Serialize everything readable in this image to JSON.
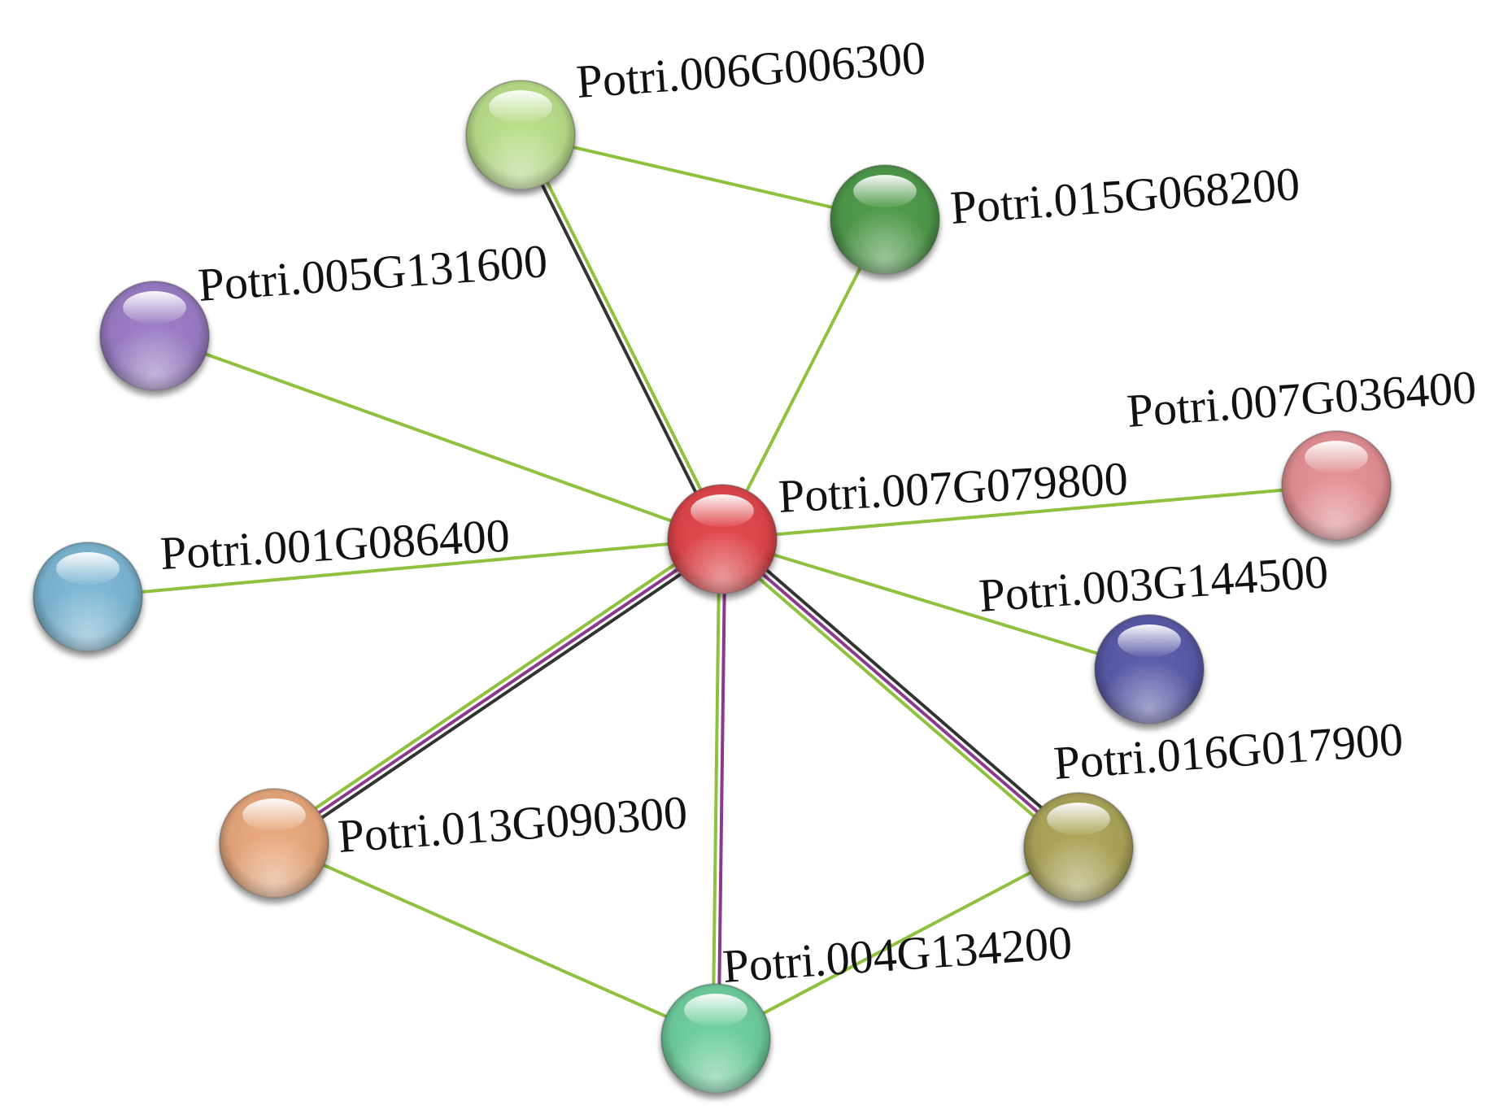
{
  "nodes": [
    {
      "id": "n7079",
      "label": "Potri.007G079800",
      "color": "#e0464b"
    },
    {
      "id": "n6006",
      "label": "Potri.006G006300",
      "color": "#b9de8a"
    },
    {
      "id": "n15068",
      "label": "Potri.015G068200",
      "color": "#4e9a4a"
    },
    {
      "id": "n5131",
      "label": "Potri.005G131600",
      "color": "#9a7cc4"
    },
    {
      "id": "n1086",
      "label": "Potri.001G086400",
      "color": "#7cb7d4"
    },
    {
      "id": "n7036",
      "label": "Potri.007G036400",
      "color": "#e49094"
    },
    {
      "id": "n3144",
      "label": "Potri.003G144500",
      "color": "#5a5aa8"
    },
    {
      "id": "n16017",
      "label": "Potri.016G017900",
      "color": "#aca55a"
    },
    {
      "id": "n13090",
      "label": "Potri.013G090300",
      "color": "#e8a87c"
    },
    {
      "id": "n4134",
      "label": "Potri.004G134200",
      "color": "#6fcf9e"
    }
  ],
  "edge_colors": {
    "green": "#8fc13e",
    "black": "#333333",
    "purple": "#8a3a8c"
  },
  "edges": [
    {
      "source": "n7079",
      "target": "n6006",
      "evidence": [
        "black",
        "green"
      ]
    },
    {
      "source": "n7079",
      "target": "n15068",
      "evidence": [
        "green"
      ]
    },
    {
      "source": "n7079",
      "target": "n5131",
      "evidence": [
        "green"
      ]
    },
    {
      "source": "n7079",
      "target": "n1086",
      "evidence": [
        "green"
      ]
    },
    {
      "source": "n7079",
      "target": "n7036",
      "evidence": [
        "green"
      ]
    },
    {
      "source": "n7079",
      "target": "n3144",
      "evidence": [
        "green"
      ]
    },
    {
      "source": "n7079",
      "target": "n16017",
      "evidence": [
        "black",
        "purple",
        "green"
      ]
    },
    {
      "source": "n7079",
      "target": "n13090",
      "evidence": [
        "black",
        "purple",
        "green"
      ]
    },
    {
      "source": "n7079",
      "target": "n4134",
      "evidence": [
        "purple",
        "green"
      ]
    },
    {
      "source": "n6006",
      "target": "n15068",
      "evidence": [
        "green"
      ]
    },
    {
      "source": "n13090",
      "target": "n4134",
      "evidence": [
        "green"
      ]
    },
    {
      "source": "n16017",
      "target": "n4134",
      "evidence": [
        "green"
      ]
    }
  ]
}
